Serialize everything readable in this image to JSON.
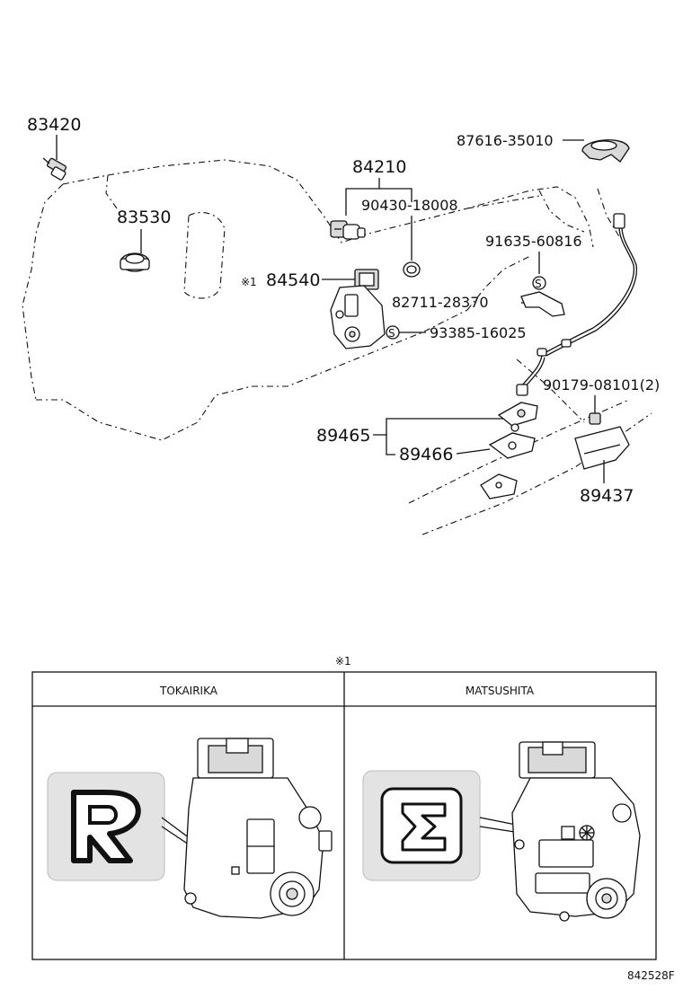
{
  "parts": {
    "p83420": "83420",
    "p83530": "83530",
    "p84210": "84210",
    "p90430": "90430-18008",
    "p84540_mark": "※1",
    "p84540": "84540",
    "p87616": "87616-35010",
    "p91635": "91635-60816",
    "p82711": "82711-28370",
    "p93385": "93385-16025",
    "p90179": "90179-08101(2)",
    "p89465": "89465",
    "p89466": "89466",
    "p89437": "89437",
    "s_mark": "S"
  },
  "detail": {
    "note": "※1",
    "left_header": "TOKAIRIKA",
    "right_header": "MATSUSHITA"
  },
  "figure_id": "842528F"
}
